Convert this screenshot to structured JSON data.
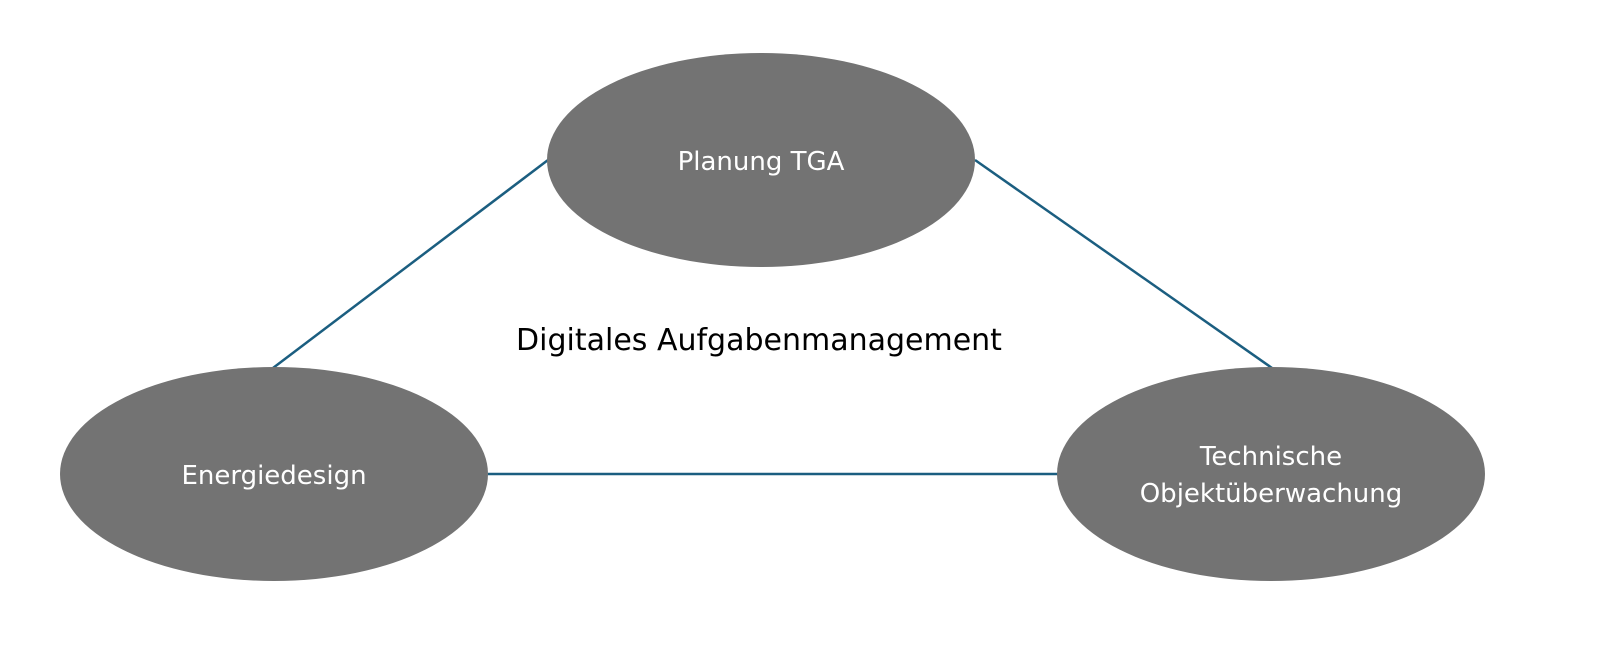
{
  "diagram": {
    "center_label": "Digitales Aufgabenmanagement",
    "nodes": [
      {
        "id": "top",
        "lines": [
          "Planung TGA"
        ]
      },
      {
        "id": "left",
        "lines": [
          "Energiedesign"
        ]
      },
      {
        "id": "right",
        "lines": [
          "Technische",
          "Objektüberwachung"
        ]
      }
    ],
    "colors": {
      "node_fill": "#737373",
      "connector": "#1b5e80",
      "node_text": "#ffffff",
      "label_text": "#000000"
    }
  }
}
